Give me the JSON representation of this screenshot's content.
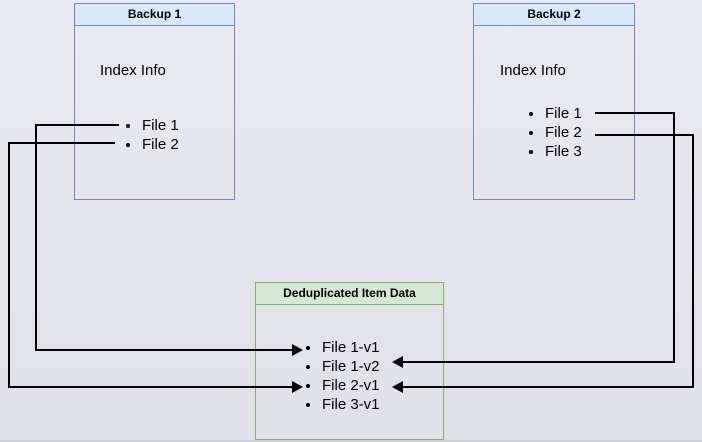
{
  "backup1": {
    "title": "Backup 1",
    "subtitle": "Index Info",
    "items": [
      "File 1",
      "File 2"
    ]
  },
  "backup2": {
    "title": "Backup 2",
    "subtitle": "Index Info",
    "items": [
      "File 1",
      "File 2",
      "File 3"
    ]
  },
  "dedup": {
    "title": "Deduplicated Item Data",
    "items": [
      "File 1-v1",
      "File 1-v2",
      "File 2-v1",
      "File 3-v1"
    ]
  },
  "connections": [
    {
      "from": "Backup 1 / File 1",
      "to": "File 1-v1"
    },
    {
      "from": "Backup 1 / File 2",
      "to": "File 2-v1"
    },
    {
      "from": "Backup 2 / File 1",
      "to": "File 1-v2"
    },
    {
      "from": "Backup 2 / File 2",
      "to": "File 2-v1"
    }
  ],
  "colors": {
    "background": "#e5e5ee",
    "line": "#000000",
    "blue_border": "#6c8ebf",
    "blue_fill": "#dae8fc",
    "green_border": "#82b366",
    "green_fill": "#d5e8d4",
    "text": "#000000"
  }
}
